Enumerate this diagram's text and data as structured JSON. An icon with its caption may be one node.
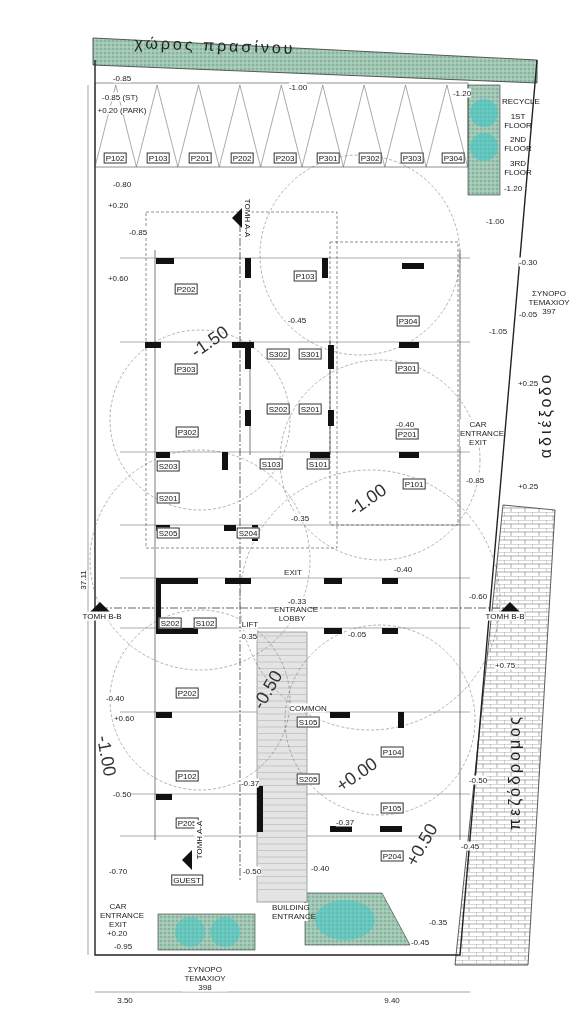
{
  "diagram": {
    "labels": [
      "χώρος πρασίνου",
      "P102",
      "P103",
      "P201",
      "P202",
      "P203",
      "P301",
      "P302",
      "P303",
      "P304",
      "RECYCLE",
      "1ST FLOOR",
      "2ND FLOOR",
      "3RD FLOOR",
      "-0.85",
      "-0.85 (ST)",
      "+0.20 (PARK)",
      "-1.00",
      "-1.20",
      "-0.80",
      "+0.20",
      "-1.20",
      "-1.00",
      "-0.85",
      "+0.60",
      "-0.30",
      "ΣΥΝΟΡΟ ΤΕΜΑΧΙΟΥ 397",
      "ΤΟΜΗ Α-Α",
      "P103",
      "P202",
      "-0.45",
      "P304",
      "-1.50",
      "S302",
      "S301",
      "P303",
      "P301",
      "-1.05",
      "-0.05",
      "S202",
      "S201",
      "P302",
      "P201",
      "-0.40",
      "CAR ENTRANCE EXIT",
      "+0.25",
      "αδιέξοδο",
      "S203",
      "S103",
      "S101",
      "-0.85",
      "+0.25",
      "-1.00",
      "P101",
      "S201",
      "-0.35",
      "S205",
      "S204",
      "EXIT",
      "-0.40",
      "-0.60",
      "ΤΟΜΗ Β-Β",
      "S202",
      "S102",
      "LIFT",
      "ENTRANCE LOBBY",
      "-0.33",
      "ΤΟΜΗ Β-Β",
      "-0.35",
      "-0.05",
      "37.11",
      "-0.50",
      "P202",
      "-0.40",
      "+0.75",
      "COMMON",
      "S105",
      "+0.60",
      "-1.00",
      "P104",
      "+0.00",
      "S205",
      "P102",
      "-0.37",
      "-0.50",
      "-0.50",
      "πεζόδρομος",
      "P105",
      "P205",
      "-0.37",
      "+0.50",
      "-0.45",
      "P204",
      "ΤΟΜΗ Α-Α",
      "-0.70",
      "-0.50",
      "GUEST",
      "-0.40",
      "CAR ENTRANCE EXIT",
      "BUILDING ENTRANCE",
      "+0.20",
      "-0.95",
      "-0.45",
      "-0.35",
      "ΣΥΝΟΡΟ ΤΕΜΑΧΙΟΥ 398",
      "3.50",
      "9.40"
    ]
  }
}
